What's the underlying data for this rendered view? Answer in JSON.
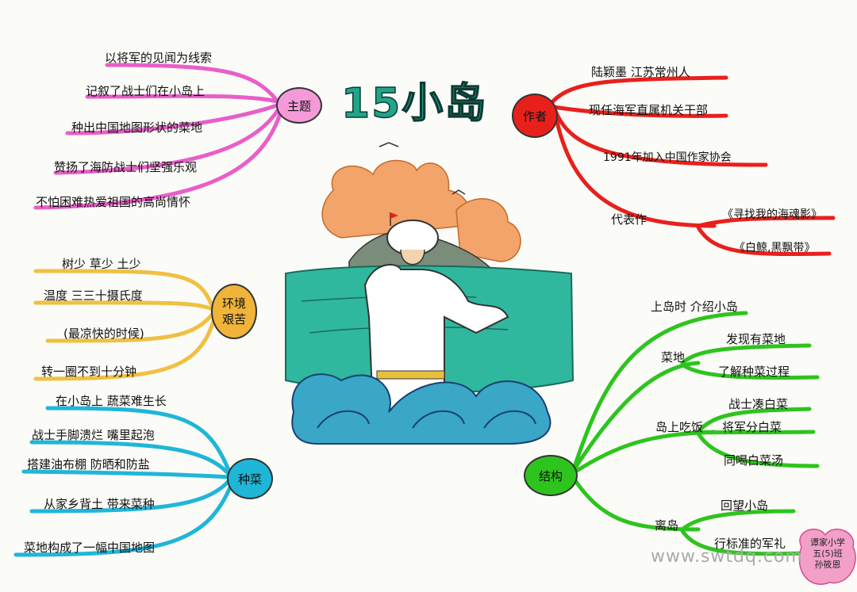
{
  "title": "15小岛",
  "watermark": "www.swtdq.com",
  "signature": [
    "谭家小学",
    "五(5)班",
    "孙筱恩"
  ],
  "colors": {
    "theme": "#e85fc9",
    "author": "#e8201c",
    "env": "#f0c040",
    "veg": "#1fb6d8",
    "struct": "#2ec41e"
  },
  "theme": {
    "label": "主题",
    "items": [
      "以将军的见闻为线索",
      "记叙了战士们在小岛上",
      "种出中国地图形状的菜地",
      "赞扬了海防战士们坚强乐观",
      "不怕困难热爱祖国的高尚情怀"
    ]
  },
  "author": {
    "label": "作者",
    "items": [
      "陆颖墨 江苏常州人",
      "现任海军直属机关干部",
      "1991年加入中国作家协会"
    ],
    "works_label": "代表作",
    "works": [
      "《寻找我的海魂影》",
      "《白鲸,黑飘带》"
    ]
  },
  "env": {
    "label": "环境\n艰苦",
    "items": [
      "树少 草少 土少",
      "温度 三三十摄氏度",
      "(最凉快的时候)",
      "转一圈不到十分钟"
    ]
  },
  "veg": {
    "label": "种菜",
    "items": [
      "在小岛上 蔬菜难生长",
      "战士手脚溃烂 嘴里起泡",
      "搭建油布棚 防晒和防盐",
      "从家乡背土 带来菜种",
      "菜地构成了一幅中国地图"
    ]
  },
  "structure": {
    "label": "结构",
    "b1": "上岛时 介绍小岛",
    "b2": "菜地",
    "b2_items": [
      "发现有菜地",
      "了解种菜过程"
    ],
    "b3": "岛上吃饭",
    "b3_items": [
      "战士凑白菜",
      "将军分白菜",
      "同喝白菜汤"
    ],
    "b4": "离岛",
    "b4_items": [
      "回望小岛",
      "行标准的军礼"
    ]
  }
}
